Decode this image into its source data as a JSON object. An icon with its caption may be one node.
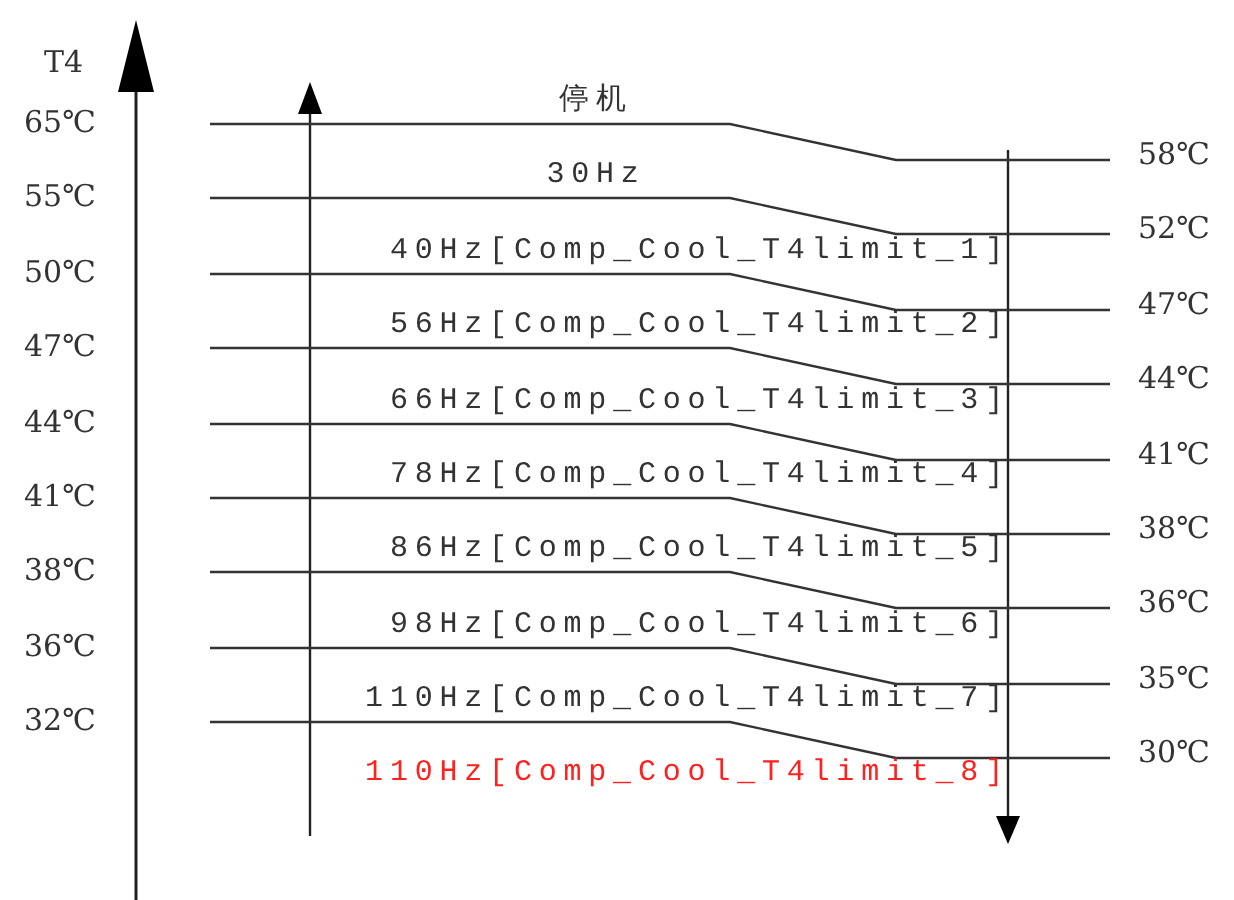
{
  "diagram": {
    "labels": [
      "T4",
      "65℃",
      "55℃",
      "50℃",
      "47℃",
      "44℃",
      "41℃",
      "38℃",
      "36℃",
      "32℃",
      "停机",
      "30Hz",
      "40Hz[Comp_Cool_T4limit_1]",
      "56Hz[Comp_Cool_T4limit_2]",
      "66Hz[Comp_Cool_T4limit_3]",
      "78Hz[Comp_Cool_T4limit_4]",
      "86Hz[Comp_Cool_T4limit_5]",
      "98Hz[Comp_Cool_T4limit_6]",
      "110Hz[Comp_Cool_T4limit_7]",
      "110Hz[Comp_Cool_T4limit_8]",
      "58℃",
      "52℃",
      "47℃",
      "44℃",
      "41℃",
      "38℃",
      "36℃",
      "35℃",
      "30℃"
    ]
  }
}
